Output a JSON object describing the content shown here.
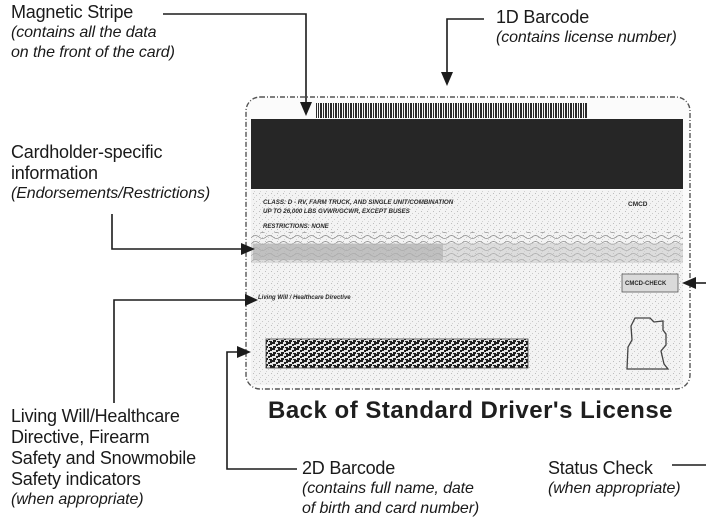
{
  "callouts": {
    "magnetic_stripe": {
      "title": "Magnetic Stripe",
      "note": [
        "(contains all the data",
        "on the front of the card)"
      ]
    },
    "barcode_1d": {
      "title": "1D Barcode",
      "note": [
        "(contains license number)"
      ]
    },
    "cardholder_info": {
      "title": [
        "Cardholder-specific",
        "information"
      ],
      "note": [
        "(Endorsements/Restrictions)"
      ]
    },
    "living_will": {
      "title": [
        "Living Will/Healthcare",
        "Directive, Firearm",
        "Safety and Snowmobile",
        "Safety indicators"
      ],
      "note": [
        "(when appropriate)"
      ]
    },
    "barcode_2d": {
      "title": "2D Barcode",
      "note": [
        "(contains full name, date",
        "of birth and card number)"
      ]
    },
    "status_check": {
      "title": "Status Check",
      "note": [
        "(when appropriate)"
      ]
    }
  },
  "card": {
    "class_line_1": "CLASS: D - RV, FARM TRUCK, AND SINGLE UNIT/COMBINATION",
    "class_line_2": "UP TO 26,000 LBS GVWR/GCWR, EXCEPT BUSES",
    "restriction_line": "RESTRICTIONS: NONE",
    "indicator_line": "Living Will / Healthcare Directive",
    "stamp": "CMCD",
    "status_check": "CMCD-CHECK"
  },
  "caption": "Back of Standard Driver's License",
  "colors": {
    "ink": "#1c1c1c",
    "stripe": "#262626",
    "card_border": "#555555"
  }
}
